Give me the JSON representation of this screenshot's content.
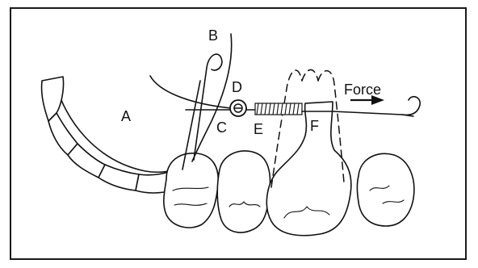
{
  "figure": {
    "labels": {
      "a": "A",
      "b": "B",
      "c": "C",
      "d": "D",
      "e": "E",
      "f": "F",
      "force": "Force"
    }
  }
}
